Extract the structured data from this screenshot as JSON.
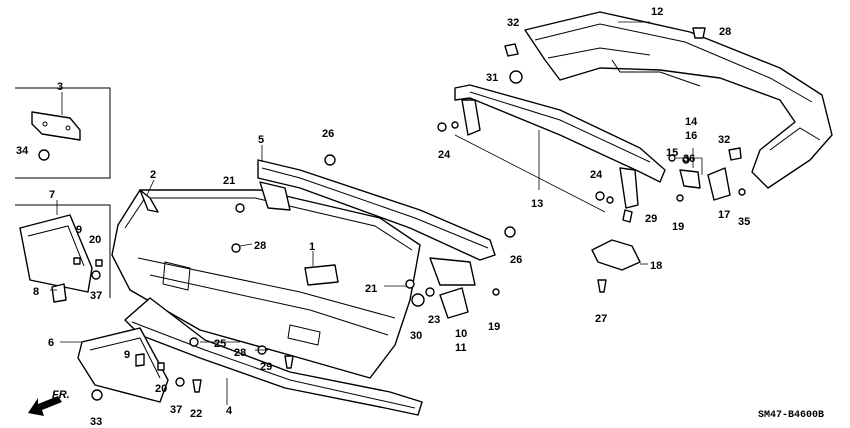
{
  "diagram": {
    "code": "SM47-B4600B",
    "direction_label": "FR.",
    "callouts": [
      "1",
      "2",
      "3",
      "4",
      "5",
      "6",
      "7",
      "8",
      "9",
      "10",
      "11",
      "12",
      "13",
      "14",
      "15",
      "16",
      "17",
      "18",
      "19",
      "20",
      "21",
      "22",
      "23",
      "24",
      "25",
      "26",
      "27",
      "28",
      "29",
      "30",
      "31",
      "32",
      "33",
      "34",
      "35",
      "36",
      "37"
    ]
  }
}
